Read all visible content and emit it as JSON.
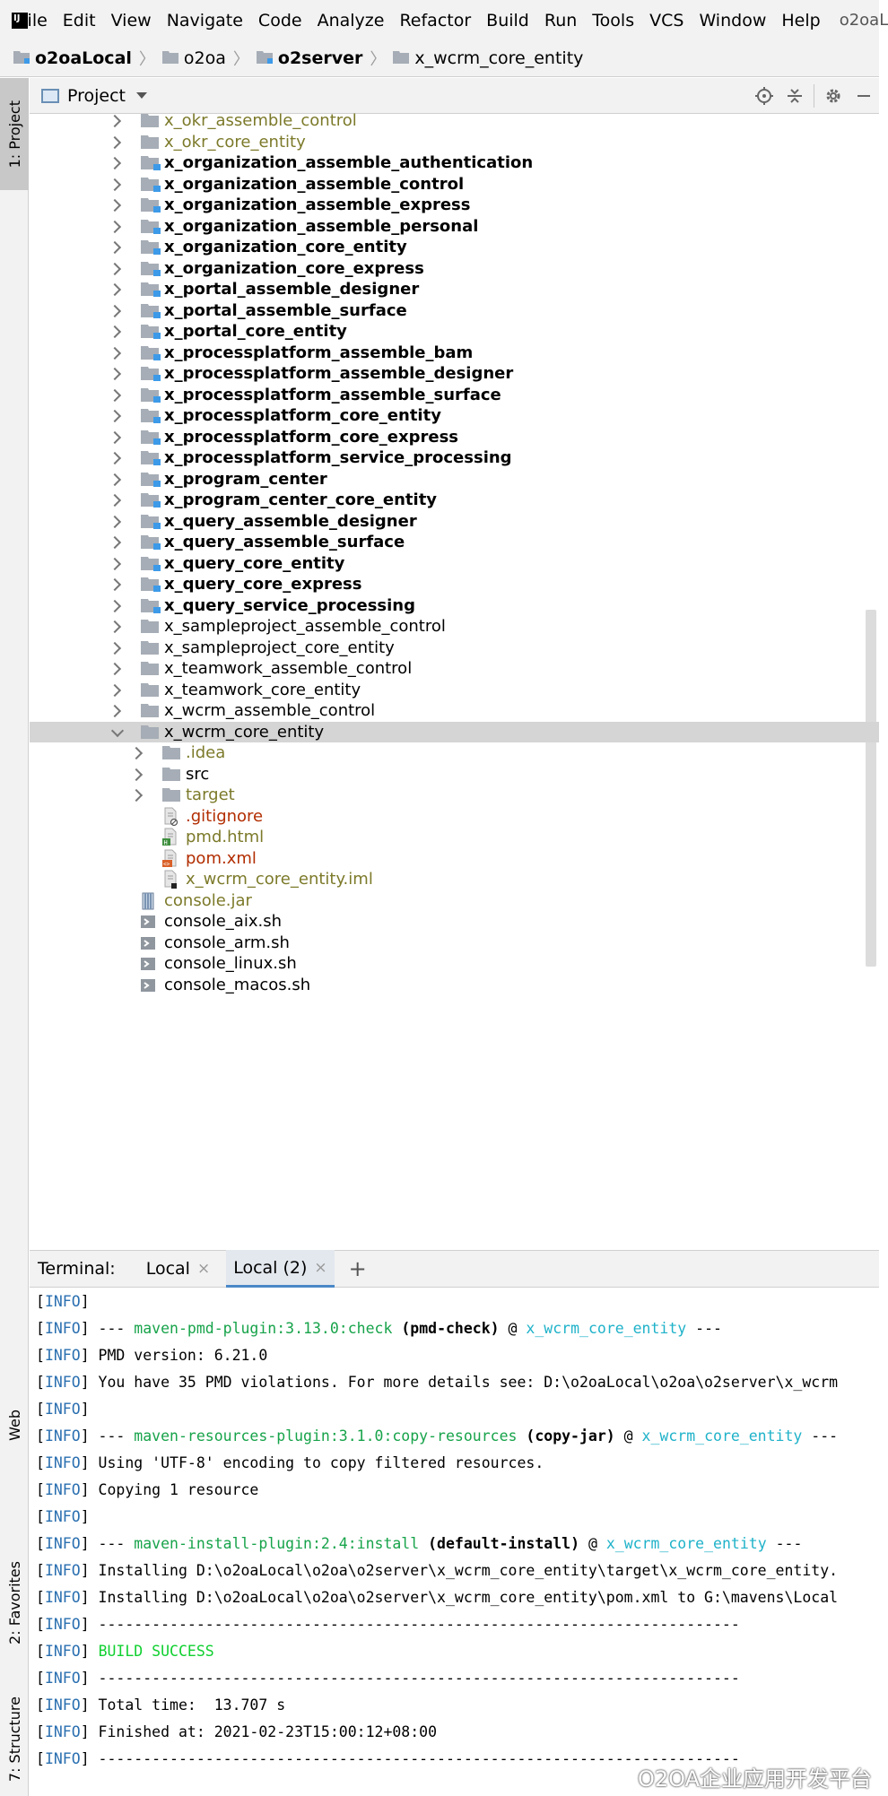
{
  "menu": {
    "items": [
      "File",
      "Edit",
      "View",
      "Navigate",
      "Code",
      "Analyze",
      "Refactor",
      "Build",
      "Run",
      "Tools",
      "VCS",
      "Window",
      "Help"
    ],
    "window_title": "o2oaL"
  },
  "breadcrumb": [
    "o2oaLocal",
    "o2oa",
    "o2server",
    "x_wcrm_core_entity"
  ],
  "left_strip": {
    "project": "1: Project",
    "web": "Web",
    "favorites": "2: Favorites",
    "structure": "7: Structure"
  },
  "project_panel": {
    "title": "Project"
  },
  "tree": [
    {
      "label": "x_okr_assemble_control",
      "style": "olive",
      "icon": "folder",
      "arrow": "right",
      "depth": 0
    },
    {
      "label": "x_okr_core_entity",
      "style": "olive",
      "icon": "folder",
      "arrow": "right",
      "depth": 0
    },
    {
      "label": "x_organization_assemble_authentication",
      "style": "bold",
      "icon": "module",
      "arrow": "right",
      "depth": 0
    },
    {
      "label": "x_organization_assemble_control",
      "style": "bold",
      "icon": "module",
      "arrow": "right",
      "depth": 0
    },
    {
      "label": "x_organization_assemble_express",
      "style": "bold",
      "icon": "module",
      "arrow": "right",
      "depth": 0
    },
    {
      "label": "x_organization_assemble_personal",
      "style": "bold",
      "icon": "module",
      "arrow": "right",
      "depth": 0
    },
    {
      "label": "x_organization_core_entity",
      "style": "bold",
      "icon": "module",
      "arrow": "right",
      "depth": 0
    },
    {
      "label": "x_organization_core_express",
      "style": "bold",
      "icon": "module",
      "arrow": "right",
      "depth": 0
    },
    {
      "label": "x_portal_assemble_designer",
      "style": "bold",
      "icon": "module",
      "arrow": "right",
      "depth": 0
    },
    {
      "label": "x_portal_assemble_surface",
      "style": "bold",
      "icon": "module",
      "arrow": "right",
      "depth": 0
    },
    {
      "label": "x_portal_core_entity",
      "style": "bold",
      "icon": "module",
      "arrow": "right",
      "depth": 0
    },
    {
      "label": "x_processplatform_assemble_bam",
      "style": "bold",
      "icon": "module",
      "arrow": "right",
      "depth": 0
    },
    {
      "label": "x_processplatform_assemble_designer",
      "style": "bold",
      "icon": "module",
      "arrow": "right",
      "depth": 0
    },
    {
      "label": "x_processplatform_assemble_surface",
      "style": "bold",
      "icon": "module",
      "arrow": "right",
      "depth": 0
    },
    {
      "label": "x_processplatform_core_entity",
      "style": "bold",
      "icon": "module",
      "arrow": "right",
      "depth": 0
    },
    {
      "label": "x_processplatform_core_express",
      "style": "bold",
      "icon": "module",
      "arrow": "right",
      "depth": 0
    },
    {
      "label": "x_processplatform_service_processing",
      "style": "bold",
      "icon": "module",
      "arrow": "right",
      "depth": 0
    },
    {
      "label": "x_program_center",
      "style": "bold",
      "icon": "module",
      "arrow": "right",
      "depth": 0
    },
    {
      "label": "x_program_center_core_entity",
      "style": "bold",
      "icon": "module",
      "arrow": "right",
      "depth": 0
    },
    {
      "label": "x_query_assemble_designer",
      "style": "bold",
      "icon": "module",
      "arrow": "right",
      "depth": 0
    },
    {
      "label": "x_query_assemble_surface",
      "style": "bold",
      "icon": "module",
      "arrow": "right",
      "depth": 0
    },
    {
      "label": "x_query_core_entity",
      "style": "bold",
      "icon": "module",
      "arrow": "right",
      "depth": 0
    },
    {
      "label": "x_query_core_express",
      "style": "bold",
      "icon": "module",
      "arrow": "right",
      "depth": 0
    },
    {
      "label": "x_query_service_processing",
      "style": "bold",
      "icon": "module",
      "arrow": "right",
      "depth": 0
    },
    {
      "label": "x_sampleproject_assemble_control",
      "style": "normal",
      "icon": "folder",
      "arrow": "right",
      "depth": 0
    },
    {
      "label": "x_sampleproject_core_entity",
      "style": "normal",
      "icon": "folder",
      "arrow": "right",
      "depth": 0
    },
    {
      "label": "x_teamwork_assemble_control",
      "style": "normal",
      "icon": "folder",
      "arrow": "right",
      "depth": 0
    },
    {
      "label": "x_teamwork_core_entity",
      "style": "normal",
      "icon": "folder",
      "arrow": "right",
      "depth": 0
    },
    {
      "label": "x_wcrm_assemble_control",
      "style": "normal",
      "icon": "folder",
      "arrow": "right",
      "depth": 0
    },
    {
      "label": "x_wcrm_core_entity",
      "style": "normal",
      "icon": "folder",
      "arrow": "down",
      "depth": 0,
      "selected": true
    },
    {
      "label": ".idea",
      "style": "olive",
      "icon": "folder",
      "arrow": "right",
      "depth": 1
    },
    {
      "label": "src",
      "style": "normal",
      "icon": "folder",
      "arrow": "right",
      "depth": 1
    },
    {
      "label": "target",
      "style": "olive",
      "icon": "folder",
      "arrow": "right",
      "depth": 1
    },
    {
      "label": ".gitignore",
      "style": "red",
      "icon": "file-gitignore",
      "arrow": "none",
      "depth": 1
    },
    {
      "label": "pmd.html",
      "style": "olive",
      "icon": "file-html",
      "arrow": "none",
      "depth": 1
    },
    {
      "label": "pom.xml",
      "style": "red",
      "icon": "file-xml",
      "arrow": "none",
      "depth": 1
    },
    {
      "label": "x_wcrm_core_entity.iml",
      "style": "olive",
      "icon": "file-iml",
      "arrow": "none",
      "depth": 1
    },
    {
      "label": "console.jar",
      "style": "olive",
      "icon": "jar",
      "arrow": "none",
      "depth": 0
    },
    {
      "label": "console_aix.sh",
      "style": "normal",
      "icon": "sh",
      "arrow": "none",
      "depth": 0
    },
    {
      "label": "console_arm.sh",
      "style": "normal",
      "icon": "sh",
      "arrow": "none",
      "depth": 0
    },
    {
      "label": "console_linux.sh",
      "style": "normal",
      "icon": "sh",
      "arrow": "none",
      "depth": 0
    },
    {
      "label": "console_macos.sh",
      "style": "normal",
      "icon": "sh",
      "arrow": "none",
      "depth": 0
    }
  ],
  "terminal": {
    "title": "Terminal:",
    "tabs": [
      {
        "label": "Local",
        "active": false
      },
      {
        "label": "Local (2)",
        "active": true
      }
    ],
    "lines": [
      [
        {
          "t": "[",
          "c": ""
        },
        {
          "t": "INFO",
          "c": "info"
        },
        {
          "t": "]",
          "c": ""
        }
      ],
      [
        {
          "t": "[",
          "c": ""
        },
        {
          "t": "INFO",
          "c": "info"
        },
        {
          "t": "] --- ",
          "c": ""
        },
        {
          "t": "maven-pmd-plugin:3.13.0:check",
          "c": "green"
        },
        {
          "t": " ",
          "c": ""
        },
        {
          "t": "(pmd-check)",
          "c": "bold"
        },
        {
          "t": " @ ",
          "c": ""
        },
        {
          "t": "x_wcrm_core_entity",
          "c": "cyan"
        },
        {
          "t": " ---",
          "c": ""
        }
      ],
      [
        {
          "t": "[",
          "c": ""
        },
        {
          "t": "INFO",
          "c": "info"
        },
        {
          "t": "] PMD version: 6.21.0",
          "c": ""
        }
      ],
      [
        {
          "t": "[",
          "c": ""
        },
        {
          "t": "INFO",
          "c": "info"
        },
        {
          "t": "] You have 35 PMD violations. For more details see: D:\\o2oaLocal\\o2oa\\o2server\\x_wcrm",
          "c": ""
        }
      ],
      [
        {
          "t": "[",
          "c": ""
        },
        {
          "t": "INFO",
          "c": "info"
        },
        {
          "t": "]",
          "c": ""
        }
      ],
      [
        {
          "t": "[",
          "c": ""
        },
        {
          "t": "INFO",
          "c": "info"
        },
        {
          "t": "] --- ",
          "c": ""
        },
        {
          "t": "maven-resources-plugin:3.1.0:copy-resources",
          "c": "green"
        },
        {
          "t": " ",
          "c": ""
        },
        {
          "t": "(copy-jar)",
          "c": "bold"
        },
        {
          "t": " @ ",
          "c": ""
        },
        {
          "t": "x_wcrm_core_entity",
          "c": "cyan"
        },
        {
          "t": " ---",
          "c": ""
        }
      ],
      [
        {
          "t": "[",
          "c": ""
        },
        {
          "t": "INFO",
          "c": "info"
        },
        {
          "t": "] Using 'UTF-8' encoding to copy filtered resources.",
          "c": ""
        }
      ],
      [
        {
          "t": "[",
          "c": ""
        },
        {
          "t": "INFO",
          "c": "info"
        },
        {
          "t": "] Copying 1 resource",
          "c": ""
        }
      ],
      [
        {
          "t": "[",
          "c": ""
        },
        {
          "t": "INFO",
          "c": "info"
        },
        {
          "t": "]",
          "c": ""
        }
      ],
      [
        {
          "t": "[",
          "c": ""
        },
        {
          "t": "INFO",
          "c": "info"
        },
        {
          "t": "] --- ",
          "c": ""
        },
        {
          "t": "maven-install-plugin:2.4:install",
          "c": "green"
        },
        {
          "t": " ",
          "c": ""
        },
        {
          "t": "(default-install)",
          "c": "bold"
        },
        {
          "t": " @ ",
          "c": ""
        },
        {
          "t": "x_wcrm_core_entity",
          "c": "cyan"
        },
        {
          "t": " ---",
          "c": ""
        }
      ],
      [
        {
          "t": "[",
          "c": ""
        },
        {
          "t": "INFO",
          "c": "info"
        },
        {
          "t": "] Installing D:\\o2oaLocal\\o2oa\\o2server\\x_wcrm_core_entity\\target\\x_wcrm_core_entity.",
          "c": ""
        }
      ],
      [
        {
          "t": "[",
          "c": ""
        },
        {
          "t": "INFO",
          "c": "info"
        },
        {
          "t": "] Installing D:\\o2oaLocal\\o2oa\\o2server\\x_wcrm_core_entity\\pom.xml to G:\\mavens\\Local",
          "c": ""
        }
      ],
      [
        {
          "t": "[",
          "c": ""
        },
        {
          "t": "INFO",
          "c": "info"
        },
        {
          "t": "] ------------------------------------------------------------------------",
          "c": ""
        }
      ],
      [
        {
          "t": "[",
          "c": ""
        },
        {
          "t": "INFO",
          "c": "info"
        },
        {
          "t": "] ",
          "c": ""
        },
        {
          "t": "BUILD SUCCESS",
          "c": "bright"
        }
      ],
      [
        {
          "t": "[",
          "c": ""
        },
        {
          "t": "INFO",
          "c": "info"
        },
        {
          "t": "] ------------------------------------------------------------------------",
          "c": ""
        }
      ],
      [
        {
          "t": "[",
          "c": ""
        },
        {
          "t": "INFO",
          "c": "info"
        },
        {
          "t": "] Total time:  13.707 s",
          "c": ""
        }
      ],
      [
        {
          "t": "[",
          "c": ""
        },
        {
          "t": "INFO",
          "c": "info"
        },
        {
          "t": "] Finished at: 2021-02-23T15:00:12+08:00",
          "c": ""
        }
      ],
      [
        {
          "t": "[",
          "c": ""
        },
        {
          "t": "INFO",
          "c": "info"
        },
        {
          "t": "] ------------------------------------------------------------------------",
          "c": ""
        }
      ]
    ]
  },
  "watermark": "O2OA企业应用开发平台",
  "colors": {
    "bold_module": "#000000",
    "olive": "#7c7a2a",
    "red": "#b22d00",
    "term_info": "#2a6fb0",
    "term_green": "#17a34a",
    "term_cyan": "#1fb2c9",
    "build_success": "#10d030",
    "selection": "#d5d5d5"
  }
}
